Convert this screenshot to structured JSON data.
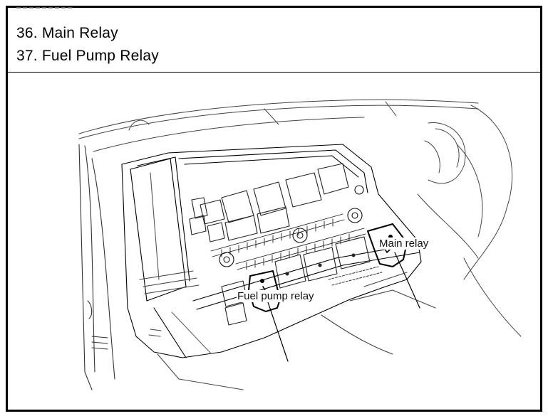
{
  "header": {
    "items": [
      {
        "label": "36. Main Relay"
      },
      {
        "label": "37. Fuel Pump Relay"
      }
    ]
  },
  "diagram": {
    "callouts": {
      "main_relay": "Main relay",
      "fuel_pump_relay": "Fuel pump relay"
    }
  },
  "colors": {
    "line": "#000000",
    "background": "#ffffff"
  }
}
